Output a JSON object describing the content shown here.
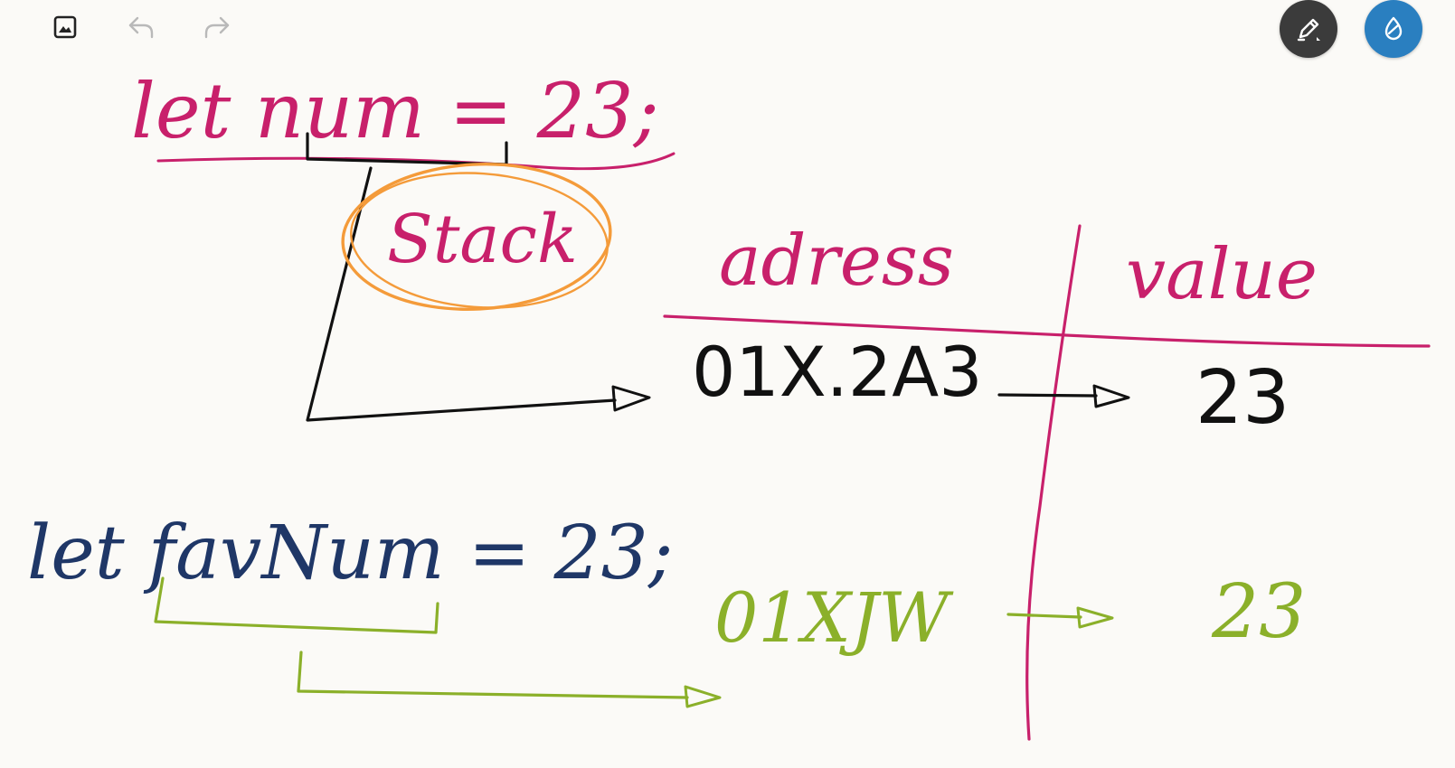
{
  "toolbar": {
    "left_icons": [
      "insert-image-icon",
      "undo-icon",
      "redo-icon"
    ],
    "right_buttons": [
      {
        "icon": "pen-icon",
        "color": "#3b3b3b"
      },
      {
        "icon": "ink-drop-icon",
        "color": "#2a7fc0"
      }
    ]
  },
  "notes": {
    "line1": "let num = 23;",
    "stack_label": "Stack",
    "col_address": "adress",
    "col_value": "value",
    "row1_address": "01X.2A3",
    "row1_value": "23",
    "line2": "let favNum = 23;",
    "row2_address": "01XJW",
    "row2_value": "23"
  },
  "colors": {
    "magenta": "#c8206b",
    "black": "#111111",
    "orange": "#f49b3a",
    "navy": "#1f3767",
    "green": "#8bb02a"
  }
}
